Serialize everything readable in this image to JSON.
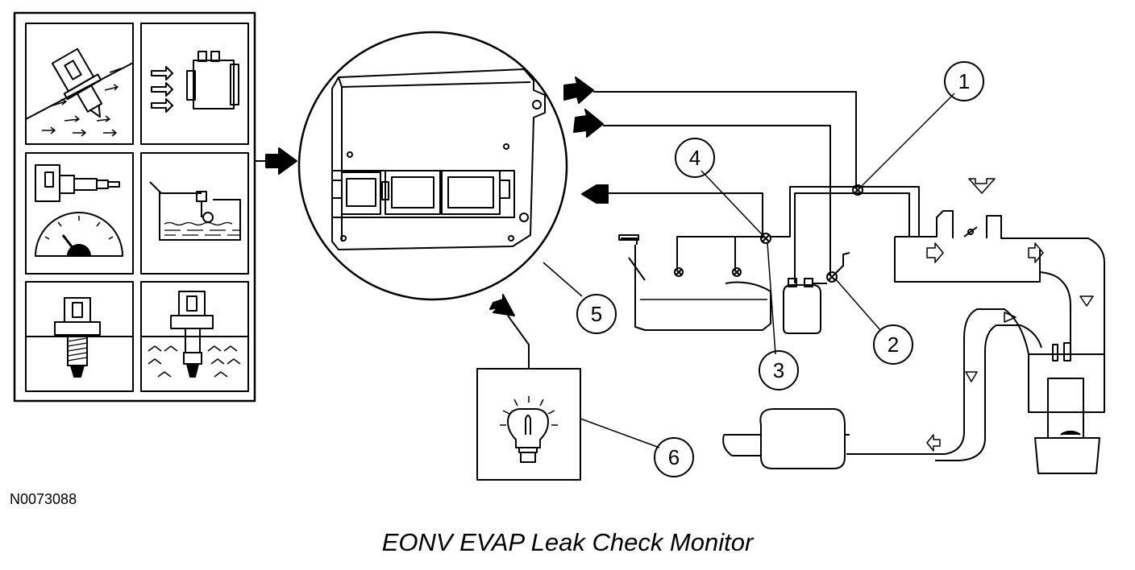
{
  "figure_id": "N0073088",
  "caption": "EONV EVAP Leak Check Monitor",
  "callouts": [
    {
      "id": "1",
      "label": "1"
    },
    {
      "id": "2",
      "label": "2"
    },
    {
      "id": "3",
      "label": "3"
    },
    {
      "id": "4",
      "label": "4"
    },
    {
      "id": "5",
      "label": "5"
    },
    {
      "id": "6",
      "label": "6"
    }
  ],
  "sensor_panels": [
    {
      "icon": "throttle-position-sensor-icon"
    },
    {
      "icon": "mass-air-flow-sensor-icon"
    },
    {
      "icon": "vehicle-speed-sensor-icon"
    },
    {
      "icon": "fuel-level-sender-icon"
    },
    {
      "icon": "intake-air-temperature-sensor-icon"
    },
    {
      "icon": "engine-coolant-temperature-sensor-icon"
    }
  ],
  "colors": {
    "line": "#000000",
    "background": "#ffffff"
  }
}
